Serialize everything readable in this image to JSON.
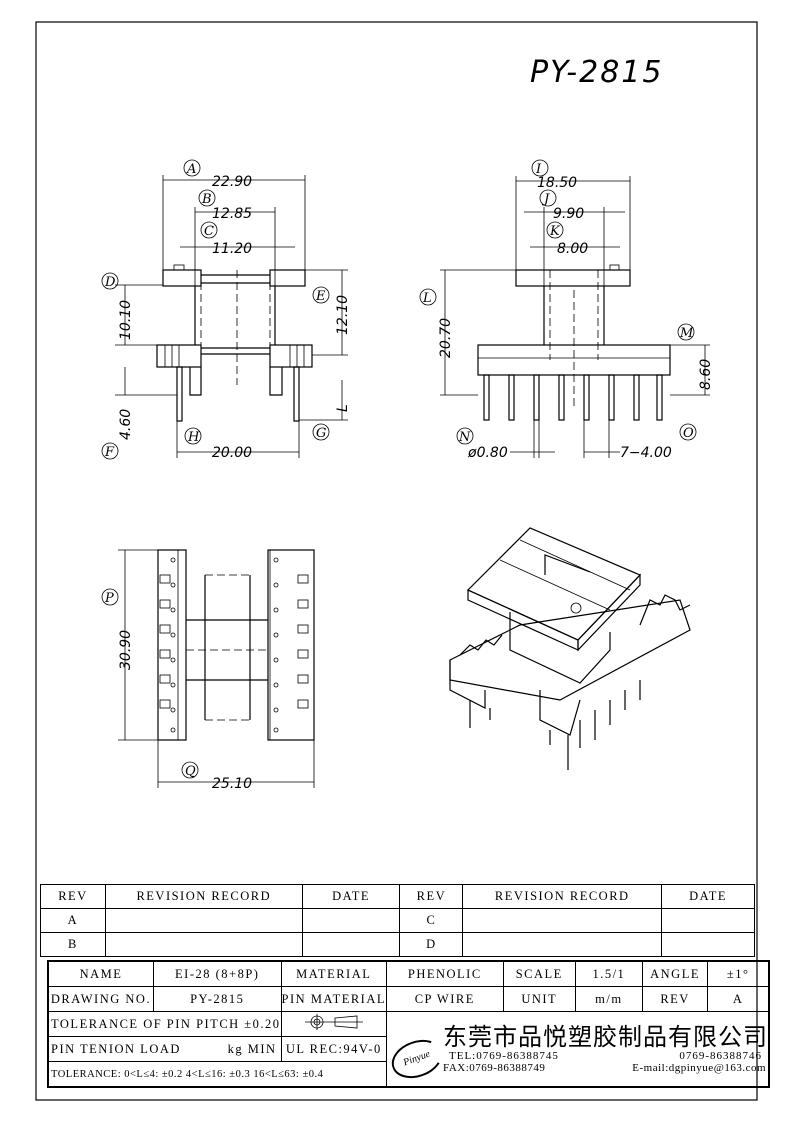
{
  "title": "PY-2815",
  "front_view": {
    "dims": {
      "A": "22.90",
      "B": "12.85",
      "C": "11.20",
      "D": "10.10",
      "E": "12.10",
      "F": "4.60",
      "G": "L",
      "H": "20.00"
    },
    "letters": [
      "A",
      "B",
      "C",
      "D",
      "E",
      "F",
      "G",
      "H"
    ]
  },
  "side_view": {
    "dims": {
      "I": "18.50",
      "J": "9.90",
      "K": "8.00",
      "L": "20.70",
      "M": "8.60",
      "N": "ø0.80",
      "O": "7−4.00"
    },
    "letters": [
      "I",
      "J",
      "K",
      "L",
      "M",
      "N",
      "O"
    ]
  },
  "top_view": {
    "dims": {
      "P": "30.90",
      "Q": "25.10"
    },
    "letters": [
      "P",
      "Q"
    ]
  },
  "revision_table": {
    "headers": [
      "REV",
      "REVISION RECORD",
      "DATE",
      "REV",
      "REVISION RECORD",
      "DATE"
    ],
    "rows": [
      [
        "A",
        "",
        "",
        "C",
        "",
        ""
      ],
      [
        "B",
        "",
        "",
        "D",
        "",
        ""
      ]
    ]
  },
  "info": {
    "name_label": "NAME",
    "name": "EI-28 (8+8P)",
    "material_label": "MATERIAL",
    "material": "PHENOLIC",
    "scale_label": "SCALE",
    "scale": "1.5/1",
    "angle_label": "ANGLE",
    "angle": "±1°",
    "drawing_no_label": "DRAWING NO.",
    "drawing_no": "PY-2815",
    "pin_material_label": "PIN MATERIAL",
    "pin_material": "CP WIRE",
    "unit_label": "UNIT",
    "unit": "m/m",
    "rev_label": "REV",
    "rev": "A",
    "pin_pitch_tolerance": "TOLERANCE OF PIN PITCH ±0.20",
    "pin_tension_label": "PIN TENION LOAD",
    "pin_tension_unit": "kg MIN",
    "ul": "UL REC:94V-0",
    "tolerance": "TOLERANCE: 0<L≤4: ±0.2   4<L≤16: ±0.3   16<L≤63: ±0.4",
    "company": "东莞市品悦塑胶制品有限公司",
    "logo": "Pinyue",
    "tel1": "TEL:0769-86388745",
    "tel2": "0769-86388746",
    "fax": "FAX:0769-86388749",
    "email": "E-mail:dgpinyue@163.com"
  }
}
